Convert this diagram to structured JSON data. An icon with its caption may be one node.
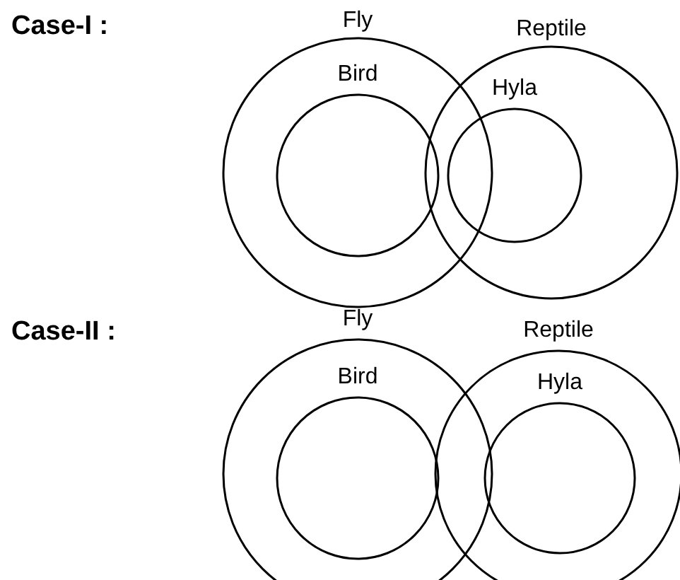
{
  "diagram": {
    "nodes": [
      {
        "text": [
          "Fly"
        ]
      },
      {
        "text": [
          "Bird"
        ],
        "in": 0
      },
      {
        "text": [
          "Reptile"
        ]
      },
      {
        "text": [
          "Hyla"
        ],
        "in": 2
      },
      {
        "text": [
          "Fly"
        ]
      },
      {
        "text": [
          "Bird"
        ],
        "in": 4
      },
      {
        "text": [
          "Reptile"
        ]
      },
      {
        "text": [
          "Hyla"
        ],
        "in": 6
      }
    ],
    "labels": [
      "Case-I :",
      "Case-II :"
    ]
  }
}
